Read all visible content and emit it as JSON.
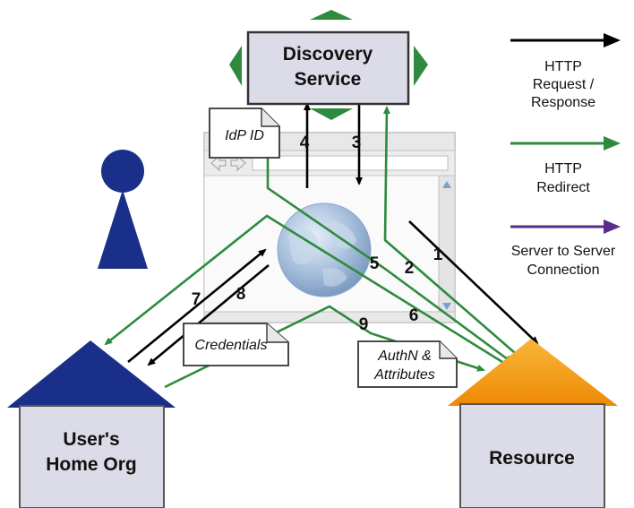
{
  "nodes": {
    "discovery": [
      "Discovery",
      "Service"
    ],
    "home_org": [
      "User's",
      "Home Org"
    ],
    "resource": [
      "Resource"
    ]
  },
  "notes": {
    "idp_id": "IdP ID",
    "credentials": "Credentials",
    "authn": [
      "AuthN &",
      "Attributes"
    ]
  },
  "steps": [
    "1",
    "2",
    "3",
    "4",
    "5",
    "6",
    "7",
    "8",
    "9"
  ],
  "legend": {
    "http": [
      "HTTP",
      "Request /",
      "Response"
    ],
    "redirect": [
      "HTTP",
      "Redirect"
    ],
    "server": [
      "Server to Server",
      "Connection"
    ]
  },
  "colors": {
    "http": "#000000",
    "redirect": "#2e8b3e",
    "server": "#5a2d8a",
    "home_org": "#1a2f8a",
    "resource": "#f39c0a",
    "box_fill": "#dcdce8",
    "user": "#1a2f8a"
  },
  "icons": [
    "user-icon",
    "browser-window-icon",
    "globe-icon",
    "back-forward-icon"
  ]
}
